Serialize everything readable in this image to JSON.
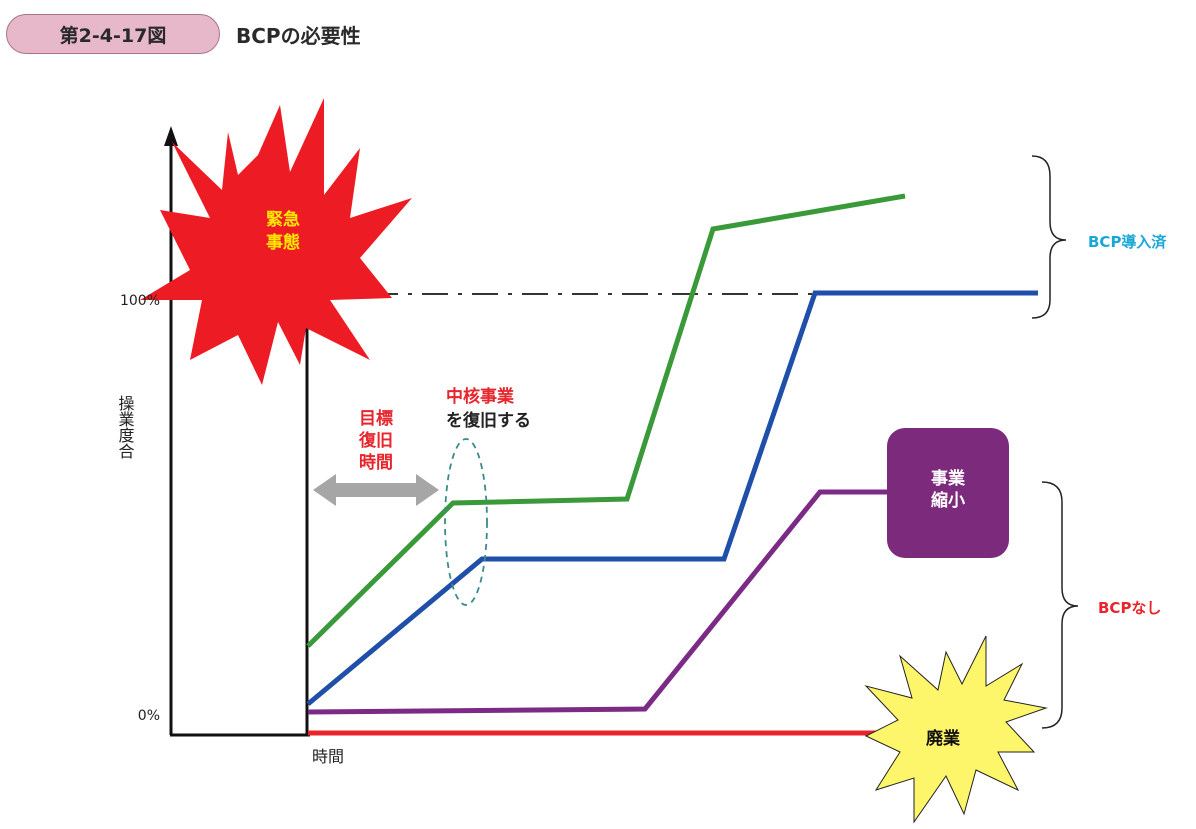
{
  "figure": {
    "number": "第2-4-17図",
    "title": "BCPの必要性"
  },
  "axes": {
    "y_label": "操業度合",
    "x_label": "時間",
    "tick_100": "100%",
    "tick_0": "0%"
  },
  "annotations": {
    "emergency_line1": "緊急",
    "emergency_line2": "事態",
    "target_line1": "目標",
    "target_line2": "復旧",
    "target_line3": "時間",
    "core_line1": "中核事業",
    "core_line2": "を復旧する",
    "shrink_line1": "事業",
    "shrink_line2": "縮小",
    "closure": "廃業"
  },
  "groups": {
    "with_bcp": "BCP導入済",
    "without_bcp": "BCPなし"
  },
  "colors": {
    "green": "#3a9a3a",
    "blue": "#1f4fa8",
    "purple": "#7b2a85",
    "red": "#e8242c",
    "emergency_fill": "#ed1c24",
    "emergency_text": "#ffe600",
    "closure_fill": "#fdf66a",
    "shrink_fill": "#7b2a7c",
    "cyan_text": "#1aa7d8",
    "red_text": "#e8242c",
    "badge_fill": "#e7b8c9"
  }
}
